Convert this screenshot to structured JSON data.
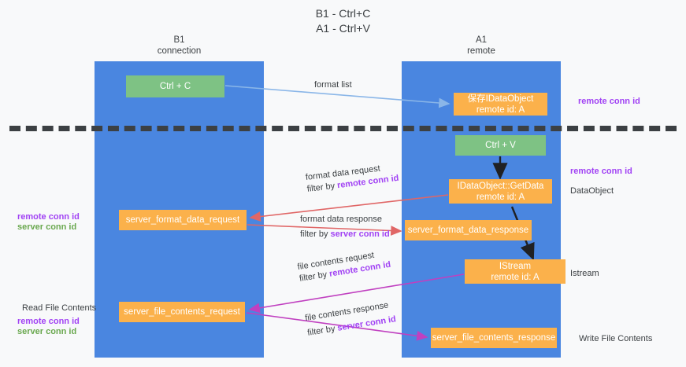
{
  "title": {
    "line1": "B1 - Ctrl+C",
    "line2": "A1 - Ctrl+V"
  },
  "lanes": [
    {
      "id": "b1",
      "name": "B1",
      "sub": "connection",
      "color": "#4a86e0"
    },
    {
      "id": "a1",
      "name": "A1",
      "sub": "remote",
      "color": "#4a86e0"
    }
  ],
  "nodes": [
    {
      "id": "ctrlc",
      "line1": "Ctrl + C",
      "line2": "",
      "color": "#7ec284"
    },
    {
      "id": "idobj",
      "line1": "保存IDataObject",
      "line2": "remote id: A",
      "color": "#fbb14b"
    },
    {
      "id": "ctrlv",
      "line1": "Ctrl + V",
      "line2": "",
      "color": "#7ec284"
    },
    {
      "id": "getdata",
      "line1": "IDataObject::GetData",
      "line2": "remote id: A",
      "color": "#fbb14b"
    },
    {
      "id": "sfdreq",
      "line1": "server_format_data_request",
      "line2": "",
      "color": "#fbb14b"
    },
    {
      "id": "sfdresp",
      "line1": "server_format_data_response",
      "line2": "",
      "color": "#fbb14b"
    },
    {
      "id": "istream",
      "line1": "IStream",
      "line2": "remote id: A",
      "color": "#fbb14b"
    },
    {
      "id": "sfcreq",
      "line1": "server_file_contents_request",
      "line2": "",
      "color": "#fbb14b"
    },
    {
      "id": "sfcresp",
      "line1": "server_file_contents_response",
      "line2": "",
      "color": "#fbb14b"
    }
  ],
  "edge_labels": {
    "format_list": {
      "line1": "format list"
    },
    "format_data_request": {
      "line1": "format data request",
      "line2_prefix": "filter by ",
      "line2_hl": "remote conn id"
    },
    "format_data_response": {
      "line1": "format data response",
      "line2_prefix": "filter by ",
      "line2_hl": "server conn id"
    },
    "file_contents_request": {
      "line1": "file contents request",
      "line2_prefix": "filter by ",
      "line2_hl": "remote conn id"
    },
    "file_contents_response": {
      "line1": "file contents response",
      "line2_prefix": "filter by ",
      "line2_hl": "server conn id"
    }
  },
  "annotations": {
    "right_remote_conn_id_top": "remote conn id",
    "right_remote_conn_id_mid": "remote conn id",
    "dataobject": "DataObject",
    "istream": "Istream",
    "write_file_contents": "Write File Contents",
    "left_remote_conn_id": "remote conn id",
    "left_server_conn_id": "server conn id",
    "read_file_contents": "Read File Contents",
    "left2_remote_conn_id": "remote conn id",
    "left2_server_conn_id": "server conn id"
  },
  "colors": {
    "lane_blue": "#4a86e0",
    "node_green": "#7ec284",
    "node_orange": "#fbb14b",
    "accent_purple": "#a142f4",
    "accent_green": "#6aa84f",
    "arrow_lightblue": "#8ab6e8",
    "arrow_red": "#e06666",
    "arrow_magenta": "#c040c0",
    "arrow_black": "#202124",
    "background": "#f8f9fa",
    "text_dark": "#3c4043"
  }
}
